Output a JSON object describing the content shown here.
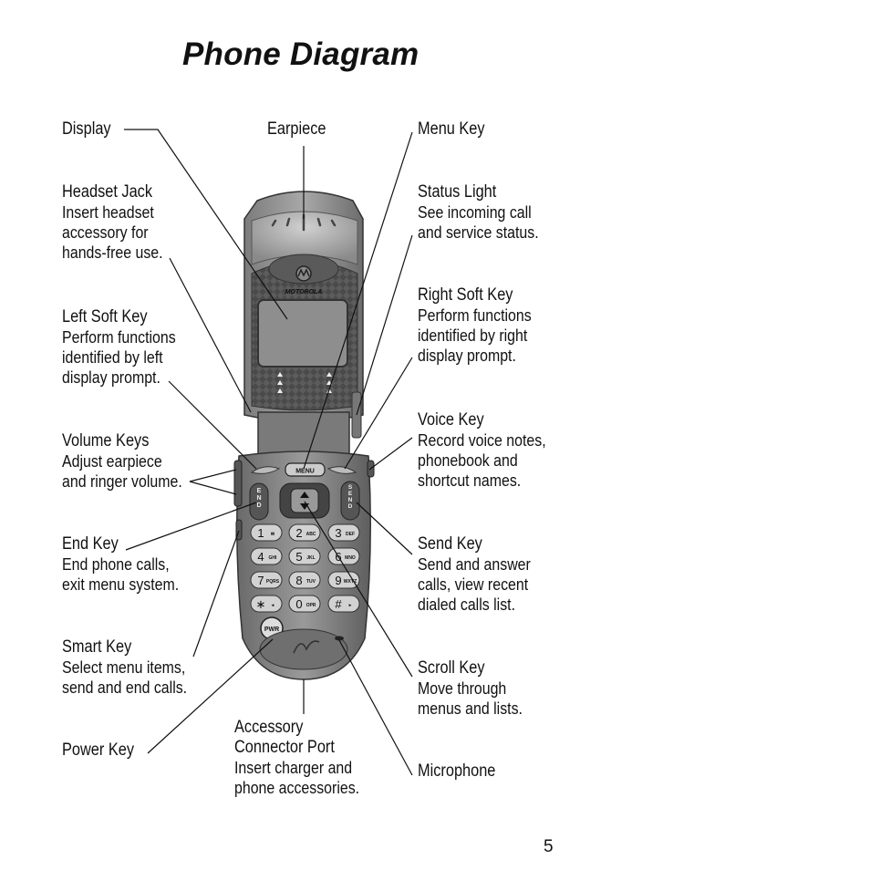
{
  "title": "Phone Diagram",
  "page_number": "5",
  "labels": {
    "display": {
      "heading": "Display"
    },
    "earpiece": {
      "heading": "Earpiece"
    },
    "menu_key": {
      "heading": "Menu Key"
    },
    "headset_jack": {
      "heading": "Headset Jack",
      "lines": [
        "Insert headset",
        "accessory for",
        "hands-free use."
      ]
    },
    "status_light": {
      "heading": "Status Light",
      "lines": [
        "See incoming call",
        "and service status."
      ]
    },
    "right_soft_key": {
      "heading": "Right Soft Key",
      "lines": [
        "Perform functions",
        "identified by right",
        "display prompt."
      ]
    },
    "left_soft_key": {
      "heading": "Left Soft Key",
      "lines": [
        "Perform functions",
        "identified by left",
        "display prompt."
      ]
    },
    "voice_key": {
      "heading": "Voice Key",
      "lines": [
        "Record voice notes,",
        "phonebook and",
        "shortcut names."
      ]
    },
    "volume_keys": {
      "heading": "Volume Keys",
      "lines": [
        "Adjust earpiece",
        "and ringer volume."
      ]
    },
    "end_key": {
      "heading": "End Key",
      "lines": [
        "End phone calls,",
        "exit menu system."
      ]
    },
    "send_key": {
      "heading": "Send Key",
      "lines": [
        "Send and answer",
        "calls, view recent",
        "dialed calls list."
      ]
    },
    "smart_key": {
      "heading": "Smart Key",
      "lines": [
        "Select menu items,",
        "send and end calls."
      ]
    },
    "scroll_key": {
      "heading": "Scroll Key",
      "lines": [
        "Move through",
        "menus and lists."
      ]
    },
    "power_key": {
      "heading": "Power Key"
    },
    "accessory_port": {
      "heading": "Accessory",
      "heading2": "Connector Port",
      "lines": [
        "Insert charger and",
        "phone accessories."
      ]
    },
    "microphone": {
      "heading": "Microphone"
    }
  },
  "phone": {
    "brand": "MOTOROLA",
    "menu_key_label": "MENU",
    "end_key_label": "END",
    "send_key_label": "SEND",
    "power_key_label": "PWR",
    "keypad": [
      {
        "digit": "1",
        "letters": "✉"
      },
      {
        "digit": "2",
        "letters": "ABC"
      },
      {
        "digit": "3",
        "letters": "DEF"
      },
      {
        "digit": "4",
        "letters": "GHI"
      },
      {
        "digit": "5",
        "letters": "JKL"
      },
      {
        "digit": "6",
        "letters": "MNO"
      },
      {
        "digit": "7",
        "letters": "PQRS"
      },
      {
        "digit": "8",
        "letters": "TUV"
      },
      {
        "digit": "9",
        "letters": "WXYZ"
      },
      {
        "digit": "∗",
        "letters": "◂"
      },
      {
        "digit": "0",
        "letters": "OPR"
      },
      {
        "digit": "#",
        "letters": "▸"
      }
    ]
  }
}
